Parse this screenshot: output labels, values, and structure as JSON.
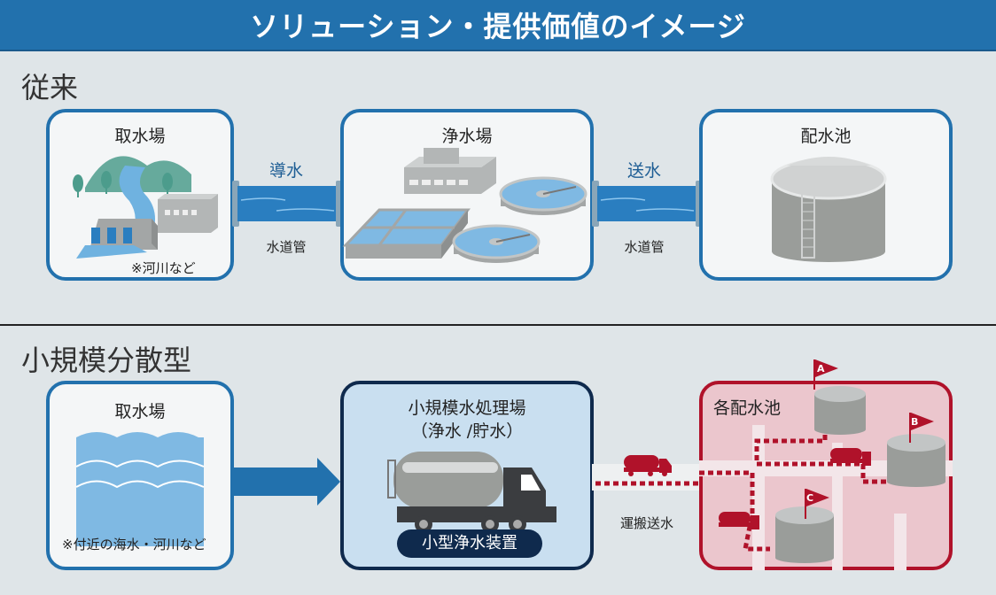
{
  "header": {
    "title": "ソリューション・提供価値のイメージ"
  },
  "conventional": {
    "title": "従来",
    "intake": {
      "label": "取水場",
      "note": "※河川など"
    },
    "pipe1": {
      "label": "導水",
      "sub": "水道管"
    },
    "purification": {
      "label": "浄水場"
    },
    "pipe2": {
      "label": "送水",
      "sub": "水道管"
    },
    "reservoir": {
      "label": "配水池"
    }
  },
  "distributed": {
    "title": "小規模分散型",
    "intake": {
      "label": "取水場",
      "note": "※付近の海水・河川など"
    },
    "plant": {
      "label_line1": "小規模水処理場",
      "label_line2": "（浄水 /貯水）",
      "badge": "小型浄水装置"
    },
    "transport": {
      "label": "運搬送水"
    },
    "reservoirs": {
      "label": "各配水池",
      "flags": [
        "A",
        "B",
        "C"
      ]
    }
  },
  "colors": {
    "primary_blue": "#2271ad",
    "navy": "#0f2a4d",
    "red": "#b0122a",
    "pink_bg": "#ebc6cd",
    "plant_bg": "#c9dff0"
  }
}
